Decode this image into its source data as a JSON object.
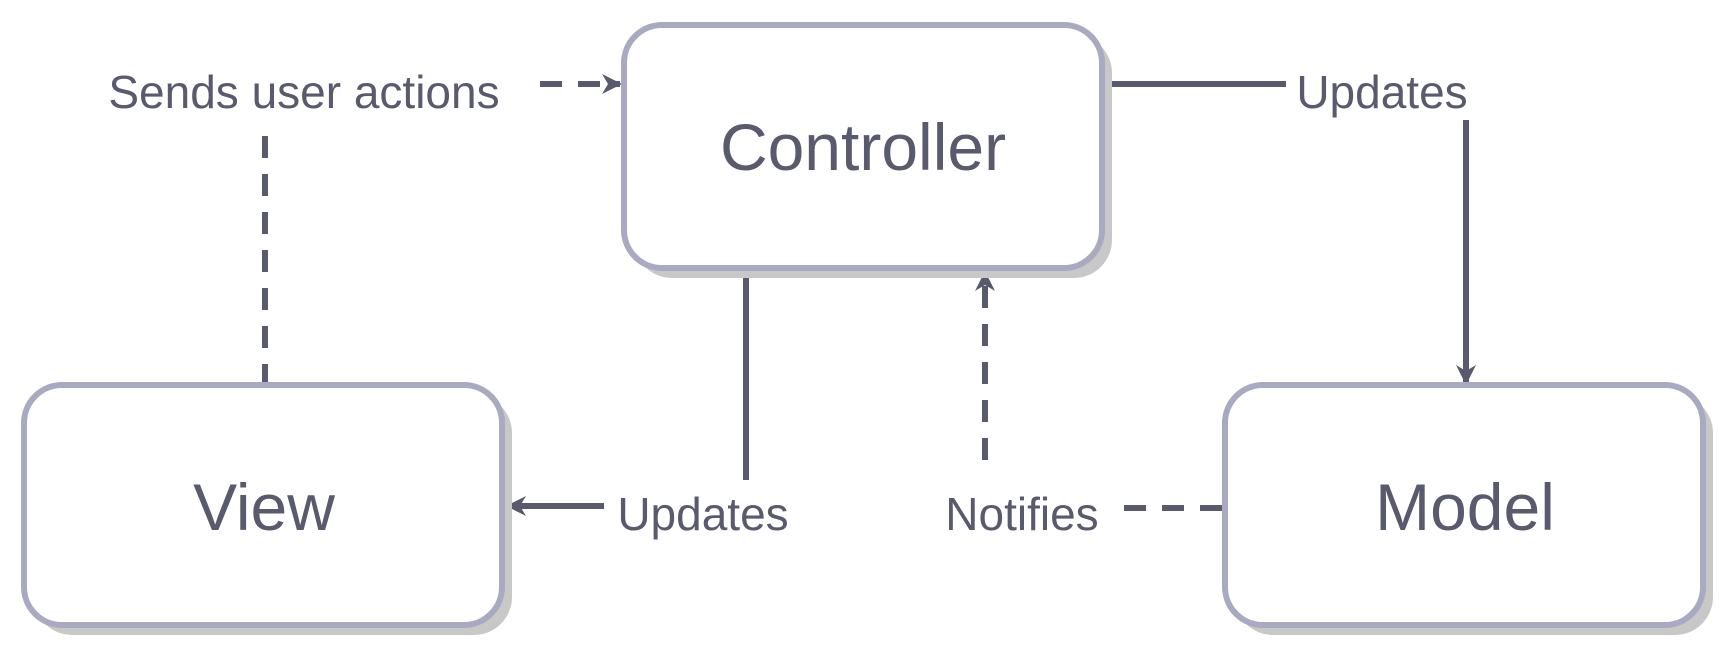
{
  "colors": {
    "node_stroke": "#a9a9c2",
    "node_fill": "#ffffff",
    "node_shadow": "#c8c8c8",
    "edge": "#5a5a6e",
    "text": "#5a5a6e"
  },
  "nodes": {
    "controller": "Controller",
    "view": "View",
    "model": "Model"
  },
  "edges": {
    "view_to_controller": "Sends user actions",
    "controller_to_model": "Updates",
    "controller_to_view": "Updates",
    "model_to_controller": "Notifies"
  }
}
